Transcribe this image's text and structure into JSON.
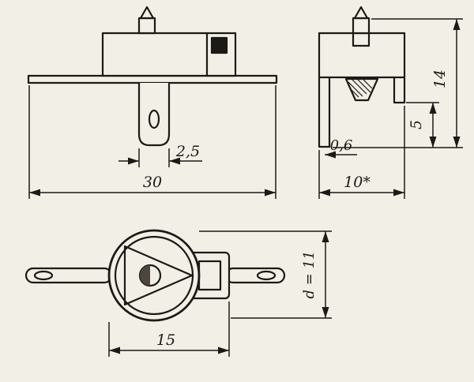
{
  "page": {
    "background": "#f2efe7",
    "ink": "#1c1a16"
  },
  "drawing": {
    "name": "transistor-package-outline-drawing",
    "front": {
      "dim_tab_width": "2,5",
      "dim_overall_width": "30"
    },
    "side": {
      "dim_height": "14",
      "dim_step": "5",
      "dim_thickness": "0,6",
      "dim_depth": "10*"
    },
    "bottom": {
      "dim_width": "15",
      "dim_diameter": "d = 11"
    }
  }
}
